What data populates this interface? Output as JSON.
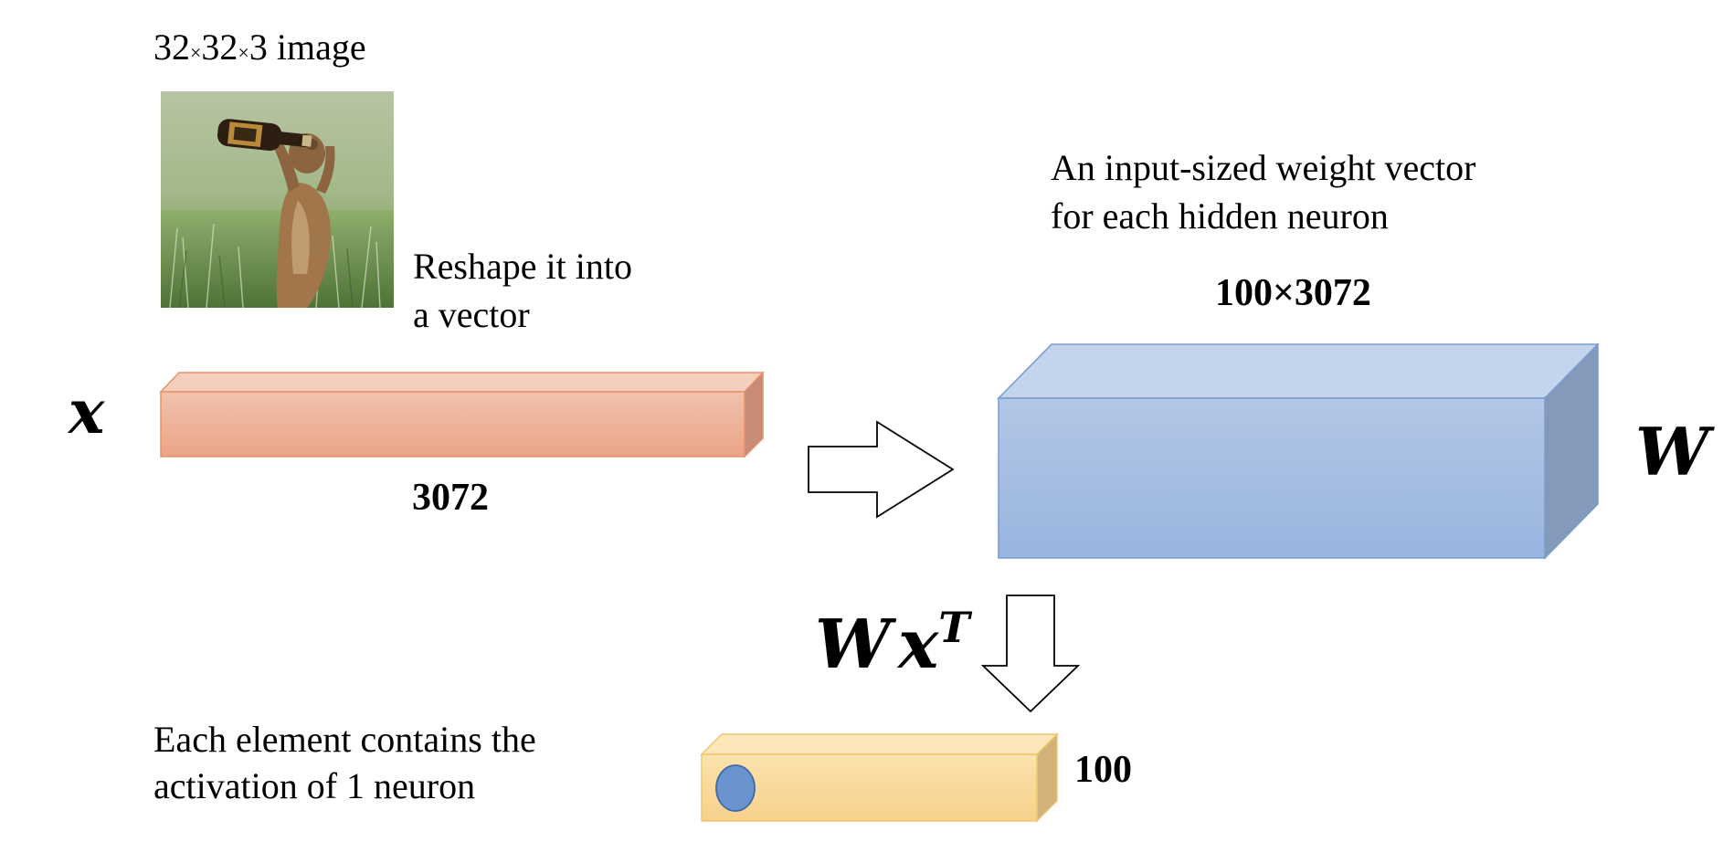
{
  "image_caption": {
    "dim_a": "32",
    "times_1": "×",
    "dim_b": "32",
    "times_2": "×",
    "dim_c": "3",
    "word": " image"
  },
  "reshape_label": {
    "line1": "Reshape it into",
    "line2": "a vector"
  },
  "input_vector": {
    "symbol": "x",
    "size_label": "3072",
    "color": "#eeae93"
  },
  "weight_matrix": {
    "caption_line1": "An input-sized weight vector",
    "caption_line2": "for each hidden neuron",
    "size_label": "100×3072",
    "symbol": "W",
    "color": "#a6bfe3"
  },
  "product": {
    "base_w": "W",
    "base_x": "x",
    "superscript": "T"
  },
  "output_vector": {
    "size_label": "100",
    "color": "#f8d694",
    "neuron_color": "#6b93d0"
  },
  "element_note": {
    "line1": "Each element contains the",
    "line2": "activation of 1 neuron"
  },
  "photo": {
    "description_icon": "animal-drinking-bottle-photo"
  }
}
